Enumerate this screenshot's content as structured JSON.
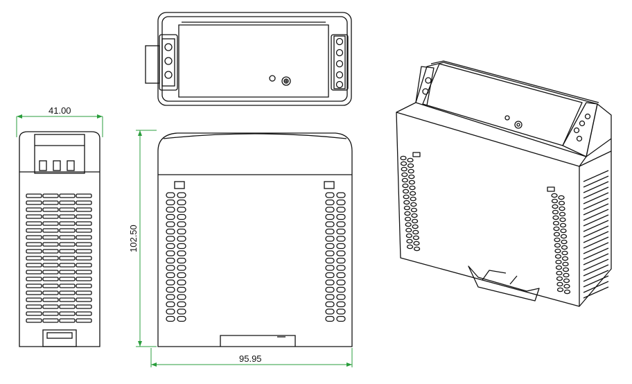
{
  "drawing": {
    "dimensions": {
      "width_label": "41.00",
      "height_label": "102.50",
      "depth_label": "95.95"
    },
    "colors": {
      "line": "#111111",
      "dimension_line": "#2a9d3c",
      "background": "#ffffff"
    },
    "views": [
      "top-view",
      "side-view",
      "front-view",
      "isometric-view"
    ]
  }
}
